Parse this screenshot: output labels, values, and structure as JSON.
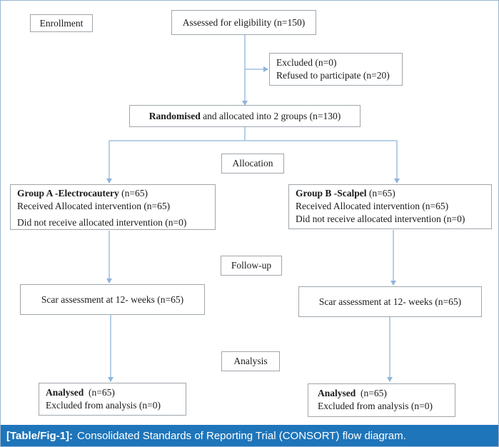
{
  "stages": {
    "enrollment": "Enrollment",
    "allocation": "Allocation",
    "follow_up": "Follow-up",
    "analysis": "Analysis"
  },
  "assessed": "Assessed for eligibility (n=150)",
  "excluded": {
    "line1": "Excluded (n=0)",
    "line2": "Refused to participate (n=20)"
  },
  "randomised": {
    "bold": "Randomised",
    "rest": " and allocated into 2 groups (n=130)"
  },
  "group_a": {
    "title_bold": "Group A -Electrocautery",
    "title_rest": " (n=65)",
    "received": "Received Allocated intervention (n=65)",
    "not_received": "Did not receive allocated intervention (n=0)",
    "scar": "Scar assessment at 12- weeks (n=65)",
    "analysed_bold": "Analysed",
    "analysed_rest": "  (n=65)",
    "excluded_analysis": "Excluded from analysis (n=0)"
  },
  "group_b": {
    "title_bold": "Group B -Scalpel",
    "title_rest": " (n=65)",
    "received": "Received Allocated intervention (n=65)",
    "not_received": "Did not receive allocated intervention (n=0)",
    "scar": "Scar assessment at 12- weeks (n=65)",
    "analysed_bold": "Analysed",
    "analysed_rest": "  (n=65)",
    "excluded_analysis": "Excluded from analysis (n=0)"
  },
  "caption": {
    "label": "[Table/Fig-1]:",
    "text": "Consolidated Standards of Reporting Trial (CONSORT) flow diagram."
  },
  "colors": {
    "connector": "#8fb4dc",
    "box_border": "#9fa6ad",
    "caption_bg": "#1e75ba",
    "caption_text": "#ffffff"
  }
}
